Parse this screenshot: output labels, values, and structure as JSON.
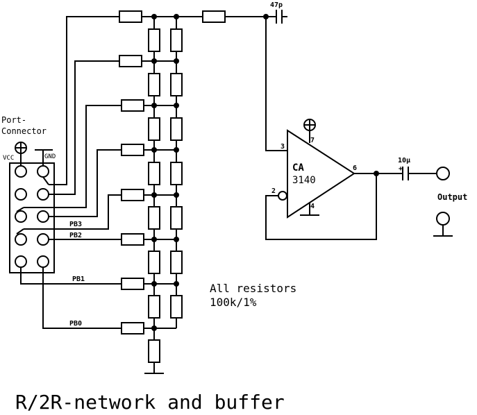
{
  "title": "R/2R-network and buffer",
  "connector": {
    "label_line1": "Port-",
    "label_line2": "Connector",
    "vcc": "VCC",
    "gnd": "GND",
    "pins": {
      "pb3": "PB3",
      "pb2": "PB2",
      "pb1": "PB1",
      "pb0": "PB0"
    }
  },
  "capacitors": {
    "feedback": "47p",
    "output": "10µ",
    "output_polarity": "+"
  },
  "opamp": {
    "name_line1": "CA",
    "name_line2": "3140",
    "pin3": "3",
    "pin2": "2",
    "pin7": "7",
    "pin4": "4",
    "pin6": "6"
  },
  "output_label": "Output",
  "note_line1": "All resistors",
  "note_line2": "100k/1%"
}
